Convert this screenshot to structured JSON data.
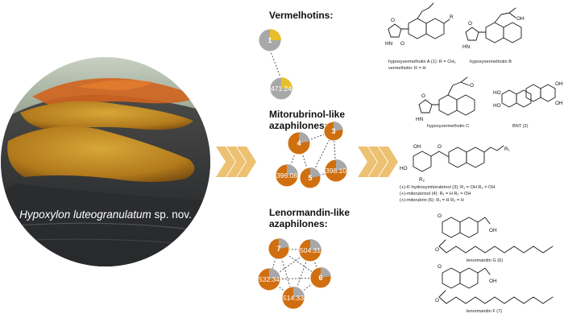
{
  "photo": {
    "caption_italic": "Hypoxylon luteogranulatum",
    "caption_rest": " sp. nov."
  },
  "colors": {
    "orange": "#d06f10",
    "yellow": "#e8bf2a",
    "grey": "#a8a8a8",
    "chevron": "#edc172"
  },
  "sections": {
    "vermelhotins": {
      "title": "Vermelhotins:",
      "nodes": [
        {
          "label": "1",
          "fill": "#a8a8a8",
          "slice": "#e8bf2a",
          "frac": 0.25
        },
        {
          "label": "471.24",
          "fill": "#a8a8a8",
          "slice": "#e8bf2a",
          "frac": 0.25
        }
      ]
    },
    "mitorubrinol": {
      "title_line1": "Mitorubrinol-like",
      "title_line2": "azaphilones:",
      "nodes": [
        {
          "label": "3",
          "fill": "#d06f10",
          "slice": "#a8a8a8",
          "frac": 0.22
        },
        {
          "label": "4",
          "fill": "#d06f10",
          "slice": "#a8a8a8",
          "frac": 0.22
        },
        {
          "label": "396.08",
          "fill": "#d06f10",
          "slice": "#a8a8a8",
          "frac": 0.22
        },
        {
          "label": "5",
          "fill": "#d06f10",
          "slice": "#a8a8a8",
          "frac": 0.22
        },
        {
          "label": "398.10",
          "fill": "#d06f10",
          "slice": "#a8a8a8",
          "frac": 0.22
        }
      ]
    },
    "lenormandin": {
      "title_line1": "Lenormandin-like",
      "title_line2": "azaphilones:",
      "nodes": [
        {
          "label": "7",
          "fill": "#d06f10",
          "slice": "#a8a8a8",
          "frac": 0.22
        },
        {
          "label": "504.31",
          "fill": "#d06f10",
          "slice": "#a8a8a8",
          "frac": 0.25
        },
        {
          "label": "532.34",
          "fill": "#d06f10",
          "slice": "#a8a8a8",
          "frac": 0.22
        },
        {
          "label": "6",
          "fill": "#d06f10",
          "slice": "#a8a8a8",
          "frac": 0.22
        },
        {
          "label": "514.33",
          "fill": "#d06f10",
          "slice": "#a8a8a8",
          "frac": 0.22
        }
      ]
    }
  },
  "structures": {
    "hypoxy_a_caption1": "hypoxyvermelhotin A (1): R = CH₃",
    "hypoxy_a_caption2": "vermelhotin: R = H",
    "hypoxy_b_caption": "hypoxyvermelhotin B",
    "hypoxy_c_caption": "hypoxyvermelhotin C",
    "bnt_caption": "BNT (2)",
    "mito_caption1": "(+)-6′-hydroxymitorubrinol (3): R₁ = OH R₂ = OH",
    "mito_caption2": "(+)-mitorubrinol (4): R₁ = H R₂ = OH",
    "mito_caption3": "(+)-mitorubrin (5): R₁ = H R₂ = H",
    "len_g_caption": "lenormandin G (6)",
    "len_f_caption": "lenormandin F (7)",
    "atom_R": "R",
    "atom_OH": "OH",
    "atom_HN": "HN",
    "atom_O": "O",
    "atom_R1": "R₁",
    "atom_R2": "R₂",
    "atom_HO": "HO"
  }
}
